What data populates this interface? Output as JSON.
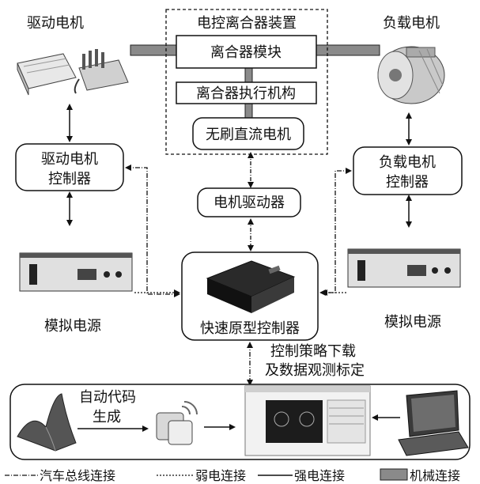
{
  "labels": {
    "drive_motor": "驱动电机",
    "load_motor": "负载电机",
    "clutch_device": "电控离合器装置",
    "clutch_module": "离合器模块",
    "clutch_actuator": "离合器执行机构",
    "bldc_motor": "无刷直流电机",
    "drive_ctrl_line1": "驱动电机",
    "drive_ctrl_line2": "控制器",
    "load_ctrl_line1": "负载电机",
    "load_ctrl_line2": "控制器",
    "motor_driver": "电机驱动器",
    "rcp_controller": "快速原型控制器",
    "sim_power_left": "模拟电源",
    "sim_power_right": "模拟电源",
    "download_line1": "控制策略下载",
    "download_line2": "及数据观测标定",
    "autocode_line1": "自动代码",
    "autocode_line2": "生成"
  },
  "legend": {
    "can_bus": "汽车总线连接",
    "weak": "弱电连接",
    "strong": "强电连接",
    "mechanical": "机械连接"
  },
  "icons": {
    "drive_motor_image": "drive-motor-photo",
    "load_motor_image": "load-motor-photo",
    "power_supply_image": "power-supply-photo",
    "rcp_image": "rapid-prototype-controller-photo",
    "matlab_image": "matlab-logo",
    "code_image": "code-generation-icon",
    "software_image": "calibration-software-screenshot",
    "laptop_image": "laptop-photo"
  },
  "colors": {
    "mechanical_bar": "#8a8a8a",
    "line": "#111111"
  }
}
